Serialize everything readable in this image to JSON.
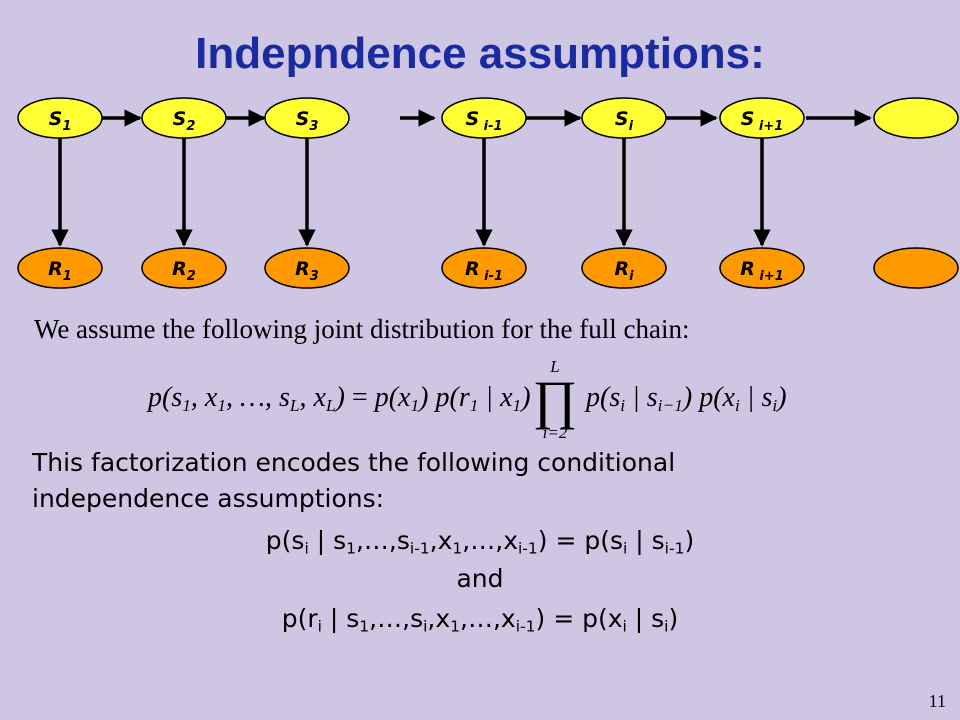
{
  "title": "Indepndence assumptions:",
  "diagram": {
    "state_nodes": [
      "S1",
      "S2",
      "S3",
      "S i-1",
      "Si",
      "S i+1",
      ""
    ],
    "obs_nodes": [
      "R1",
      "R2",
      "R3",
      "R i-1",
      "Ri",
      "R i+1",
      ""
    ],
    "colors": {
      "state_fill": "#ffff33",
      "obs_fill": "#ff9900",
      "stroke": "#000000"
    }
  },
  "intro": "We assume the following joint distribution for the full chain:",
  "formula": {
    "lhs": "p(s1, x1, …, sL, xL) = p(x1) p(r1 | x1)",
    "product_upper": "L",
    "product_lower": "i=2",
    "rhs": "p(si | si−1) p(xi | si)"
  },
  "text_line1": "This factorization encodes the following conditional",
  "text_line2": "independence assumptions:",
  "condition1": "p(si | s1,…,si-1,x1,…,xi-1) = p(si | si-1)",
  "and_text": "and",
  "condition2": "p(ri | s1,…,si,x1,…,xi-1) = p(xi | si)",
  "page_number": "11"
}
